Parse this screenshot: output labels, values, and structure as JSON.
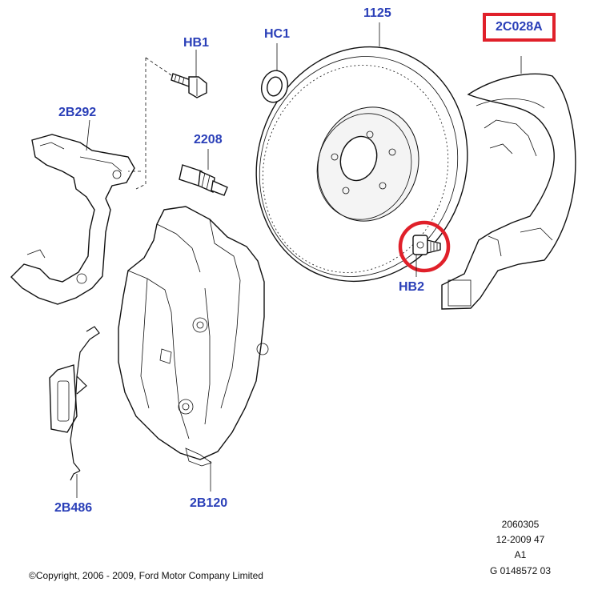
{
  "callouts": {
    "hb1": "HB1",
    "hc1": "HC1",
    "c1125": "1125",
    "c2c028a": "2C028A",
    "c2b292": "2B292",
    "c2208": "2208",
    "hb2": "HB2",
    "c2b486": "2B486",
    "c2b120": "2B120"
  },
  "highlight_color": "#e0202a",
  "callout_color": "#2a3fb8",
  "info": {
    "line1": "2060305",
    "line2": "12-2009 47",
    "line3": "A1",
    "line4": "G 0148572 03"
  },
  "copyright": "©Copyright, 2006 - 2009, Ford Motor Company Limited"
}
